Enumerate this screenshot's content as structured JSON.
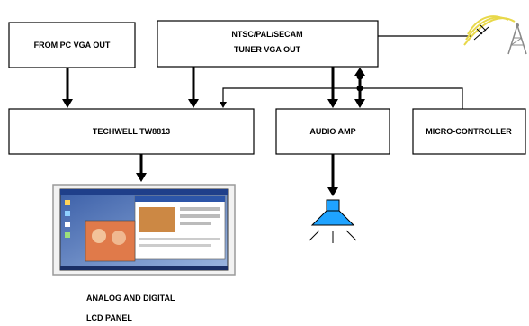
{
  "blocks": {
    "pc_vga": "FROM PC VGA OUT",
    "tuner_line1": "NTSC/PAL/SECAM",
    "tuner_line2": "TUNER VGA OUT",
    "techwell": "TECHWELL TW8813",
    "audio_amp": "AUDIO AMP",
    "micro": "MICRO-CONTROLLER"
  },
  "panel": {
    "line1": "ANALOG AND DIGITAL",
    "line2": "LCD PANEL"
  },
  "icons": {
    "antenna": "antenna-icon",
    "tower": "broadcast-tower-icon",
    "speaker": "speaker-icon",
    "lcd": "lcd-screen-icon"
  },
  "colors": {
    "speaker": "#1fa3ff",
    "antenna_waves": "#e8d84a"
  }
}
